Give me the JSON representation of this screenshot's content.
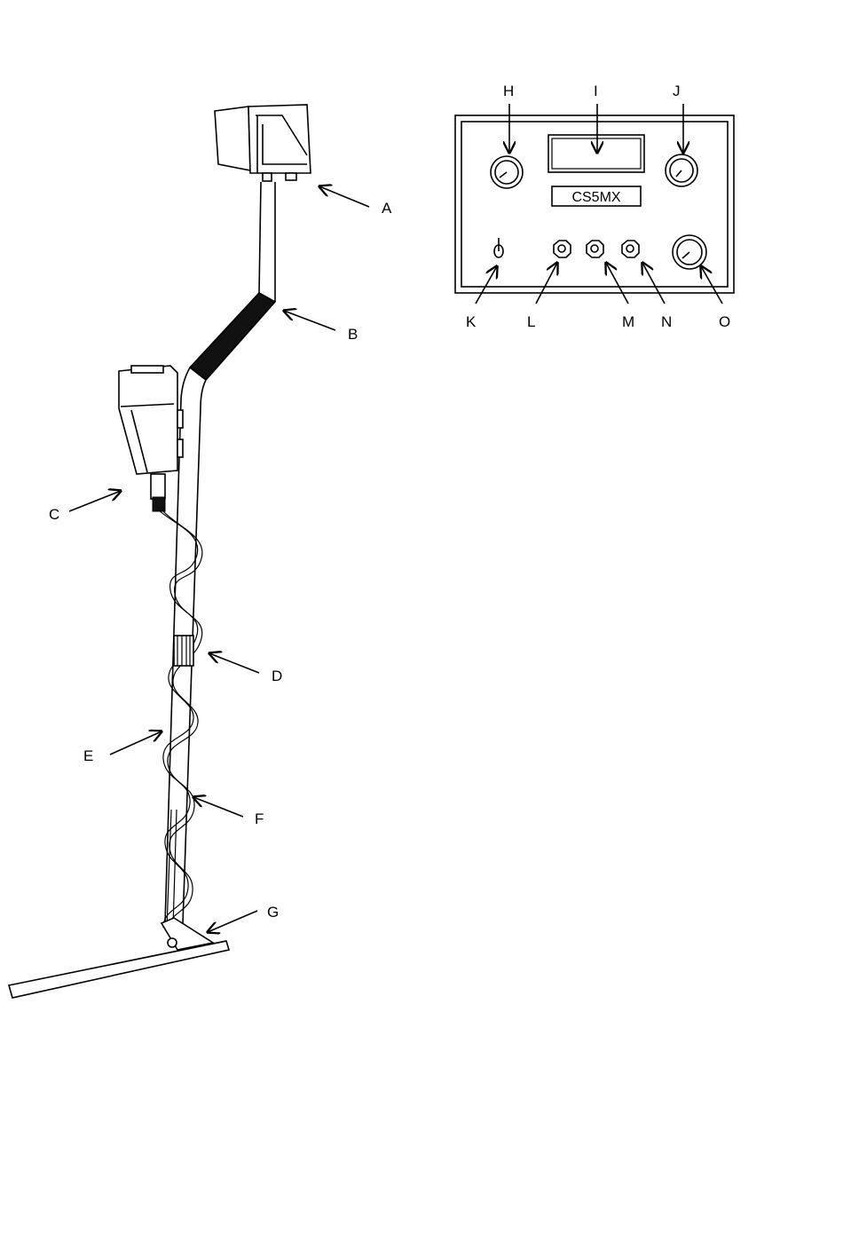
{
  "detector_labels": {
    "A": "A",
    "B": "B",
    "C": "C",
    "D": "D",
    "E": "E",
    "F": "F",
    "G": "G"
  },
  "panel_labels": {
    "H": "H",
    "I": "I",
    "J": "J",
    "K": "K",
    "L": "L",
    "M": "M",
    "N": "N",
    "O": "O"
  },
  "panel": {
    "model_name": "CS5MX"
  }
}
